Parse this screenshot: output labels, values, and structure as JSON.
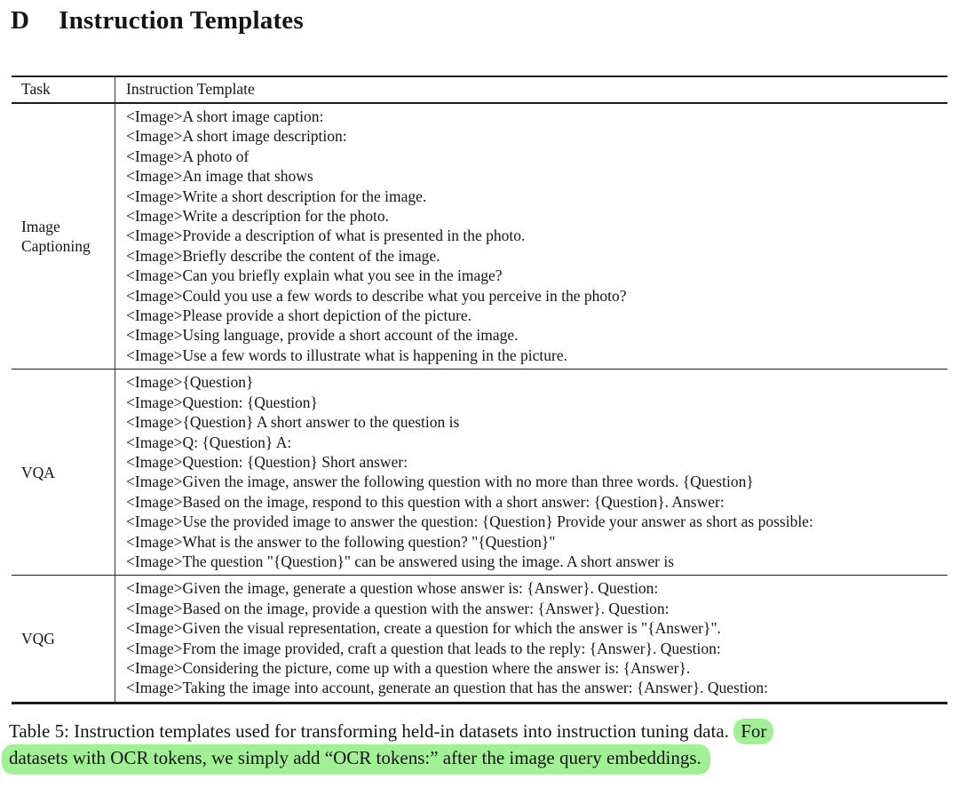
{
  "page": {
    "section_letter": "D",
    "section_title": "Instruction Templates"
  },
  "table": {
    "header": {
      "task": "Task",
      "template": "Instruction Template"
    },
    "sections": [
      {
        "task": "Image Captioning",
        "templates": [
          "<Image>A short image caption:",
          "<Image>A short image description:",
          "<Image>A photo of",
          "<Image>An image that shows",
          "<Image>Write a short description for the image.",
          "<Image>Write a description for the photo.",
          "<Image>Provide a description of what is presented in the photo.",
          "<Image>Briefly describe the content of the image.",
          "<Image>Can you briefly explain what you see in the image?",
          "<Image>Could you use a few words to describe what you perceive in the photo?",
          "<Image>Please provide a short depiction of the picture.",
          "<Image>Using language, provide a short account of the image.",
          "<Image>Use a few words to illustrate what is happening in the picture."
        ]
      },
      {
        "task": "VQA",
        "templates": [
          "<Image>{Question}",
          "<Image>Question: {Question}",
          "<Image>{Question} A short answer to the question is",
          "<Image>Q: {Question} A:",
          "<Image>Question: {Question} Short answer:",
          "<Image>Given the image, answer the following question with no more than three words. {Question}",
          "<Image>Based on the image, respond to this question with a short answer: {Question}. Answer:",
          "<Image>Use the provided image to answer the question: {Question} Provide your answer as short as possible:",
          "<Image>What is the answer to the following question? \"{Question}\"",
          "<Image>The question \"{Question}\" can be answered using the image. A short answer is"
        ]
      },
      {
        "task": "VQG",
        "templates": [
          "<Image>Given the image, generate a question whose answer is: {Answer}. Question:",
          "<Image>Based on the image, provide a question with the answer: {Answer}. Question:",
          "<Image>Given the visual representation, create a question for which the answer is \"{Answer}\".",
          "<Image>From the image provided, craft a question that leads to the reply: {Answer}. Question:",
          "<Image>Considering the picture, come up with a question where the answer is: {Answer}.",
          "<Image>Taking the image into account, generate an question that has the answer: {Answer}. Question:"
        ]
      }
    ]
  },
  "caption": {
    "line1_plain": "Table 5: Instruction templates used for transforming held-in datasets into instruction tuning data.",
    "line1_highlight": "For",
    "line2_highlight": "datasets with OCR tokens, we simply add “OCR tokens:” after the image query embeddings.",
    "highlight_color": "#a2f096"
  }
}
